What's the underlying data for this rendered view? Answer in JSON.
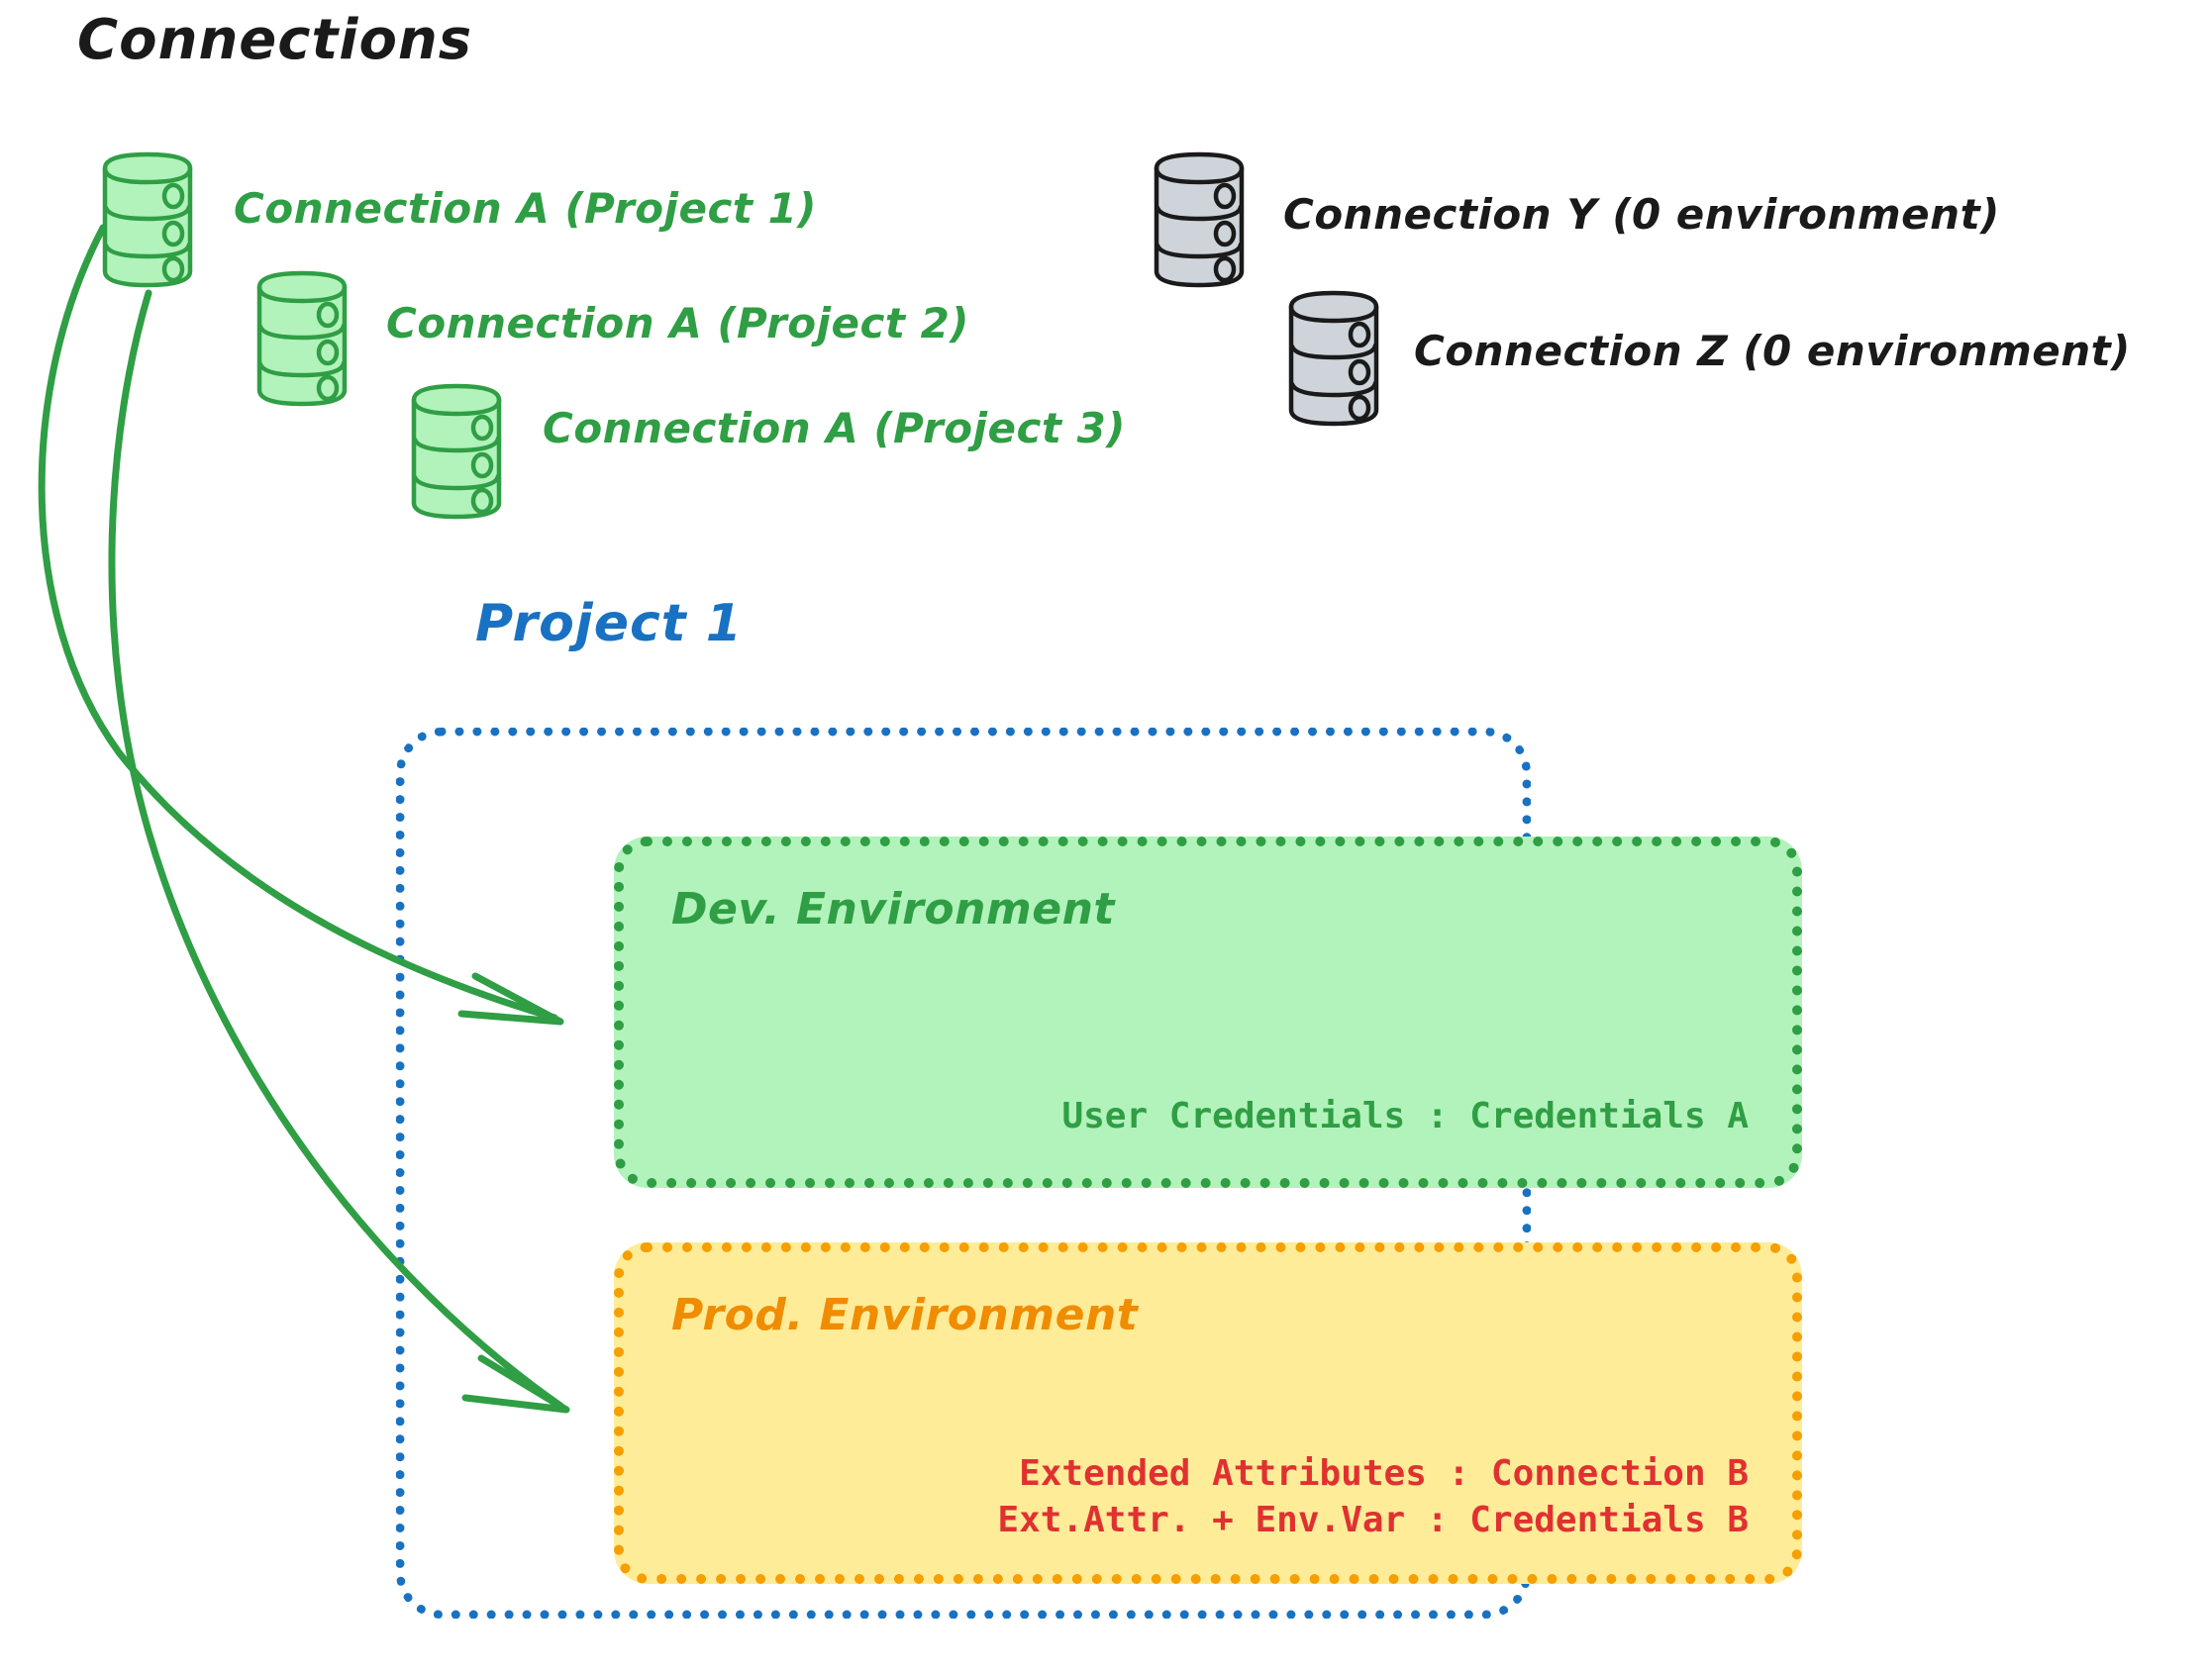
{
  "headings": {
    "connections": "Connections",
    "project": "Project 1"
  },
  "colors": {
    "green_stroke": "#2f9e44",
    "green_fill": "#b2f2bb",
    "yellow_fill": "#ffec99",
    "orange_stroke": "#f59f00",
    "orange_text": "#f08c00",
    "blue_stroke": "#1971c2",
    "red_text": "#e03131",
    "black_stroke": "#1a1a1a",
    "gray_fill": "#ced4da"
  },
  "connections": {
    "green": [
      {
        "label": "Connection A (Project 1)",
        "icon": "database-icon"
      },
      {
        "label": "Connection A (Project 2)",
        "icon": "database-icon"
      },
      {
        "label": "Connection A (Project 3)",
        "icon": "database-icon"
      }
    ],
    "gray": [
      {
        "label": "Connection Y (0 environment)",
        "icon": "database-icon"
      },
      {
        "label": "Connection Z (0 environment)",
        "icon": "database-icon"
      }
    ]
  },
  "project": {
    "name": "Project 1",
    "environments": [
      {
        "title": "Dev. Environment",
        "lines": [
          "User Credentials : Credentials A"
        ]
      },
      {
        "title": "Prod. Environment",
        "lines": [
          "Extended Attributes : Connection B",
          "Ext.Attr. + Env.Var : Credentials B"
        ]
      }
    ]
  },
  "arrows": [
    {
      "name": "arrow-connection-a-to-dev",
      "from": "Connection A (Project 1)",
      "to": "Dev. Environment"
    },
    {
      "name": "arrow-connection-a-to-prod",
      "from": "Connection A (Project 1)",
      "to": "Prod. Environment"
    }
  ]
}
